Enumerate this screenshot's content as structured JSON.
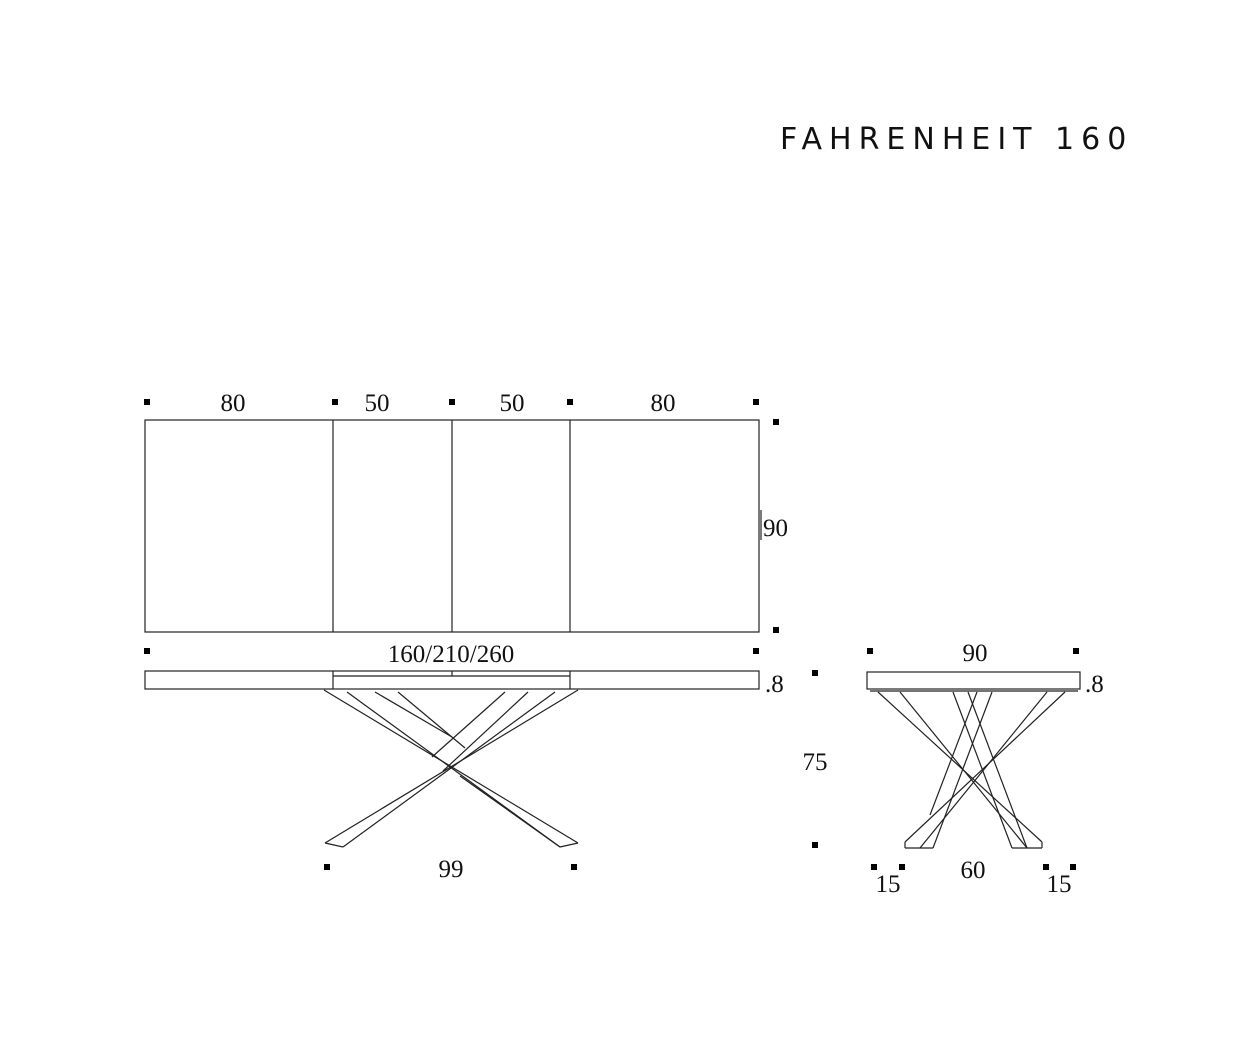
{
  "title": "FAHRENHEIT 160",
  "top_view": {
    "segments": [
      "80",
      "50",
      "50",
      "80"
    ],
    "depth": "90",
    "length": "160/210/260"
  },
  "front_view": {
    "top_thickness": ".8",
    "height": "75",
    "leg_span": "99"
  },
  "side_view": {
    "width": "90",
    "top_thickness": ".8",
    "foot_left": "15",
    "leg_span": "60",
    "foot_right": "15"
  }
}
